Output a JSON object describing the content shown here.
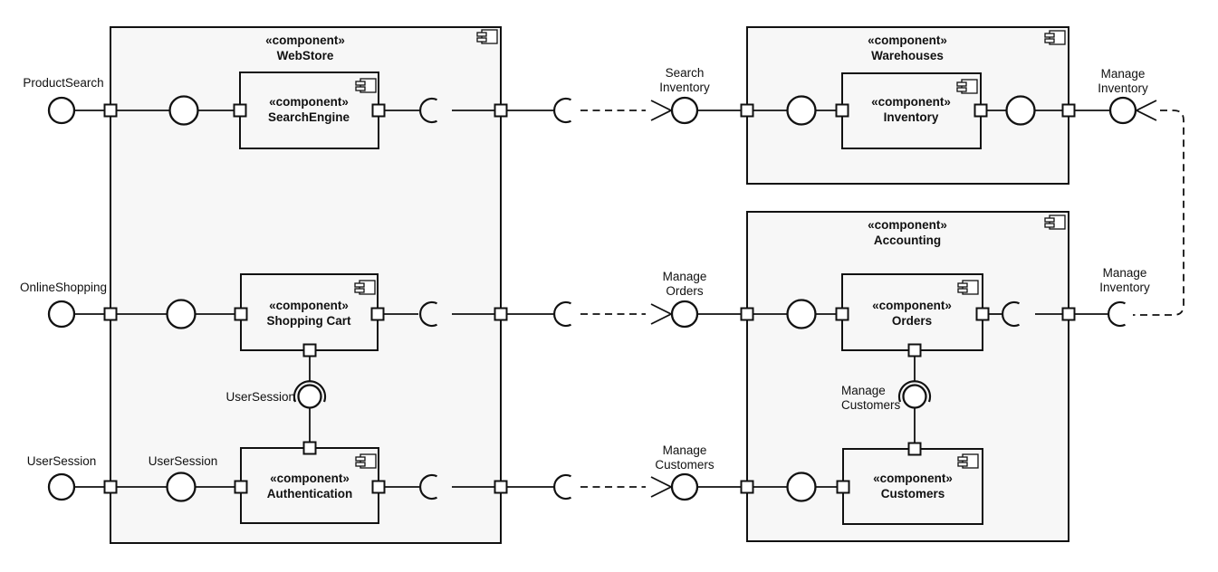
{
  "diagram_type": "uml-component-diagram",
  "colors": {
    "line_color": "#111111",
    "container_fill": "#f7f7f7",
    "shape_fill": "#ffffff",
    "background": "#ffffff",
    "text_color": "#111111"
  },
  "containers": [
    {
      "stereotype": "«component»",
      "name": "WebStore"
    },
    {
      "stereotype": "«component»",
      "name": "Warehouses"
    },
    {
      "stereotype": "«component»",
      "name": "Accounting"
    }
  ],
  "components": [
    {
      "stereotype": "«component»",
      "name": "SearchEngine"
    },
    {
      "stereotype": "«component»",
      "name": "Shopping Cart"
    },
    {
      "stereotype": "«component»",
      "name": "Authentication"
    },
    {
      "stereotype": "«component»",
      "name": "Inventory"
    },
    {
      "stereotype": "«component»",
      "name": "Orders"
    },
    {
      "stereotype": "«component»",
      "name": "Customers"
    }
  ],
  "interfaces": {
    "product_search": "ProductSearch",
    "online_shopping": "OnlineShopping",
    "user_session_outer": "UserSession",
    "user_session_inner": "UserSession",
    "user_session_assembly": "UserSession",
    "search_inventory_line1": "Search",
    "search_inventory_line2": "Inventory",
    "manage_inventory_top_line1": "Manage",
    "manage_inventory_top_line2": "Inventory",
    "manage_orders_line1": "Manage",
    "manage_orders_line2": "Orders",
    "manage_inventory_right_line1": "Manage",
    "manage_inventory_right_line2": "Inventory",
    "manage_customers_outer_line1": "Manage",
    "manage_customers_outer_line2": "Customers",
    "manage_customers_assembly_line1": "Manage",
    "manage_customers_assembly_line2": "Customers"
  }
}
